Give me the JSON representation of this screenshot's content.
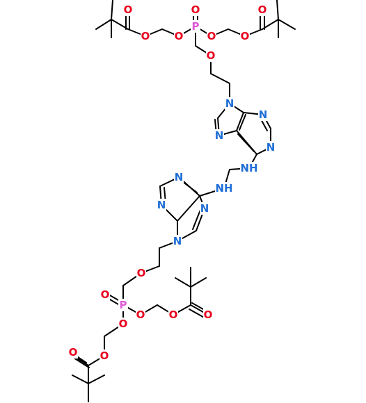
{
  "colors": {
    "bond": "#000000",
    "O": "#e8001c",
    "N": "#1f6fd6",
    "P": "#e05ad8"
  },
  "atoms": [
    {
      "id": "o_top_carbonyl_1",
      "label": "O",
      "element": "O"
    },
    {
      "id": "o_top_ester_1",
      "label": "O",
      "element": "O"
    },
    {
      "id": "o_top_po_eq",
      "label": "O",
      "element": "O"
    },
    {
      "id": "p_top",
      "label": "P",
      "element": "P"
    },
    {
      "id": "o_top_p_left",
      "label": "O",
      "element": "O"
    },
    {
      "id": "o_top_p_right",
      "label": "O",
      "element": "O"
    },
    {
      "id": "o_top_carbonyl_2",
      "label": "O",
      "element": "O"
    },
    {
      "id": "o_top_ester_2",
      "label": "O",
      "element": "O"
    },
    {
      "id": "o_top_ether",
      "label": "O",
      "element": "O"
    },
    {
      "id": "n_top_9",
      "label": "N",
      "element": "N"
    },
    {
      "id": "n_top_7",
      "label": "N",
      "element": "N"
    },
    {
      "id": "n_top_3",
      "label": "N",
      "element": "N"
    },
    {
      "id": "n_top_1",
      "label": "N",
      "element": "N"
    },
    {
      "id": "nh_top",
      "label": "NH",
      "element": "N"
    },
    {
      "id": "nh_bot",
      "label": "NH",
      "element": "N"
    },
    {
      "id": "n_bot_1",
      "label": "N",
      "element": "N"
    },
    {
      "id": "n_bot_3",
      "label": "N",
      "element": "N"
    },
    {
      "id": "n_bot_7",
      "label": "N",
      "element": "N"
    },
    {
      "id": "n_bot_9",
      "label": "N",
      "element": "N"
    },
    {
      "id": "o_bot_ether",
      "label": "O",
      "element": "O"
    },
    {
      "id": "o_bot_po_eq",
      "label": "O",
      "element": "O"
    },
    {
      "id": "p_bot",
      "label": "P",
      "element": "P"
    },
    {
      "id": "o_bot_p_right",
      "label": "O",
      "element": "O"
    },
    {
      "id": "o_bot_ester_1",
      "label": "O",
      "element": "O"
    },
    {
      "id": "o_bot_carbonyl_1",
      "label": "O",
      "element": "O"
    },
    {
      "id": "o_bot_p_down",
      "label": "O",
      "element": "O"
    },
    {
      "id": "o_bot_ester_2",
      "label": "O",
      "element": "O"
    },
    {
      "id": "o_bot_carbonyl_2",
      "label": "O",
      "element": "O"
    }
  ]
}
